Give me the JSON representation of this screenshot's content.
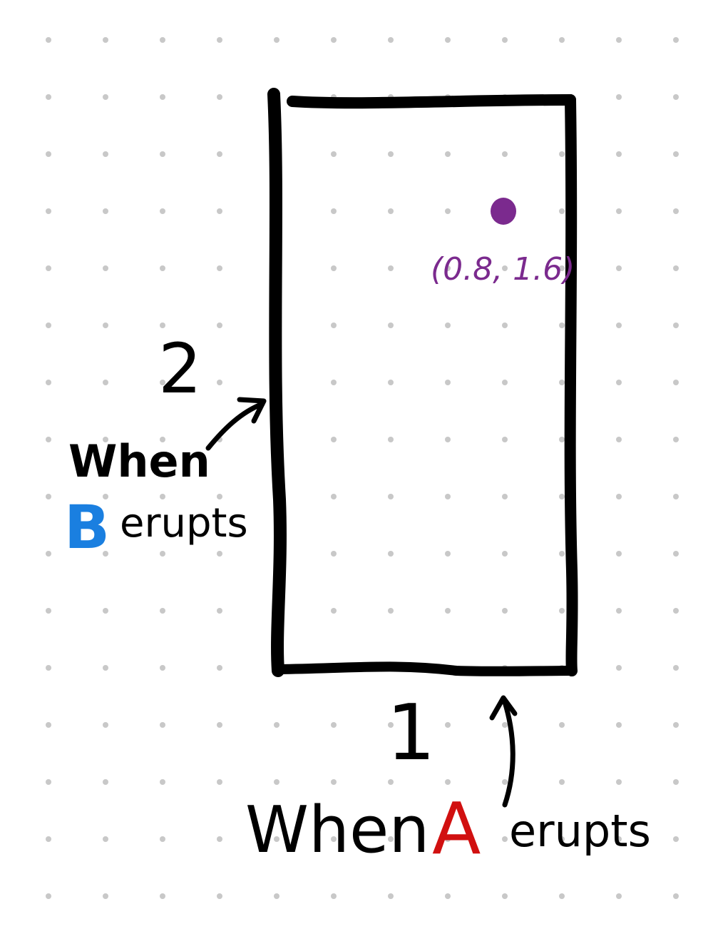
{
  "colors": {
    "ink": "#000000",
    "grid_dot": "#c8c8c8",
    "point": "#7b2a8e",
    "label_a": "#d11010",
    "label_b": "#1a7fe0"
  },
  "point_label": "(0.8, 1.6)",
  "side_labels": {
    "bottom_number": "1",
    "left_number": "2"
  },
  "annotation_a": {
    "when": "When",
    "letter": "A",
    "verb": "erupts"
  },
  "annotation_b": {
    "when": "When",
    "letter": "B",
    "verb": "erupts"
  }
}
